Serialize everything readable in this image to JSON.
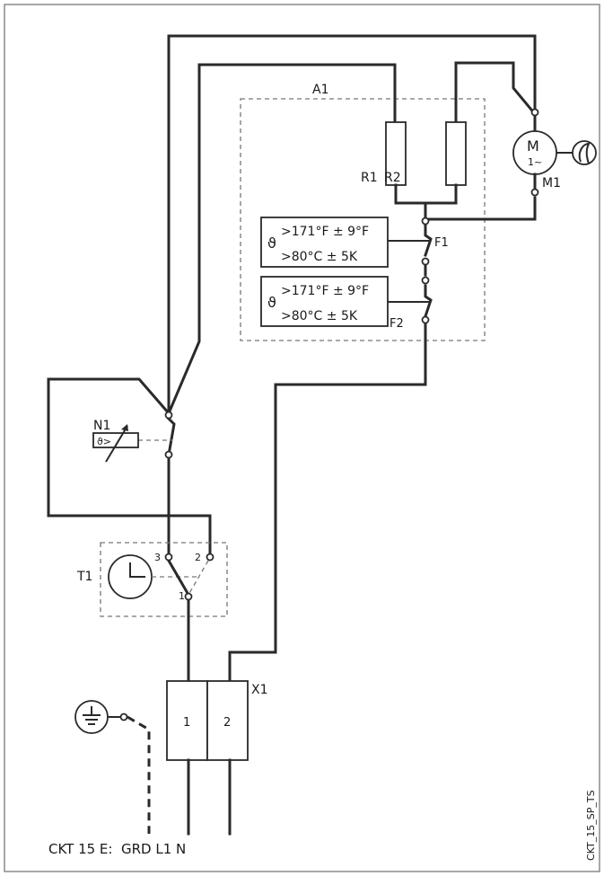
{
  "labels": {
    "a1": "A1",
    "r1": "R1",
    "r2": "R2",
    "m": "M",
    "m_sub": "1~",
    "m1": "M1",
    "f1": "F1",
    "f2": "F2",
    "n1": "N1",
    "n1_sym": "ϑ>",
    "t1": "T1",
    "x1": "X1",
    "t1_pin1": "1",
    "t1_pin2": "2",
    "t1_pin3": "3",
    "term1": "1",
    "term2": "2",
    "thermo_symbol": "ϑ",
    "f1_line1": ">171°F ± 9°F",
    "f1_line2": ">80°C ± 5K",
    "f2_line1": ">171°F ± 9°F",
    "f2_line2": ">80°C ± 5K",
    "bottom": "CKT 15 E:  GRD L1 N",
    "side_code": "CKT_15_SP_TS"
  },
  "colors": {
    "line": "#2a2a2a",
    "dashed": "#777777",
    "frame": "#8a8a8a"
  }
}
